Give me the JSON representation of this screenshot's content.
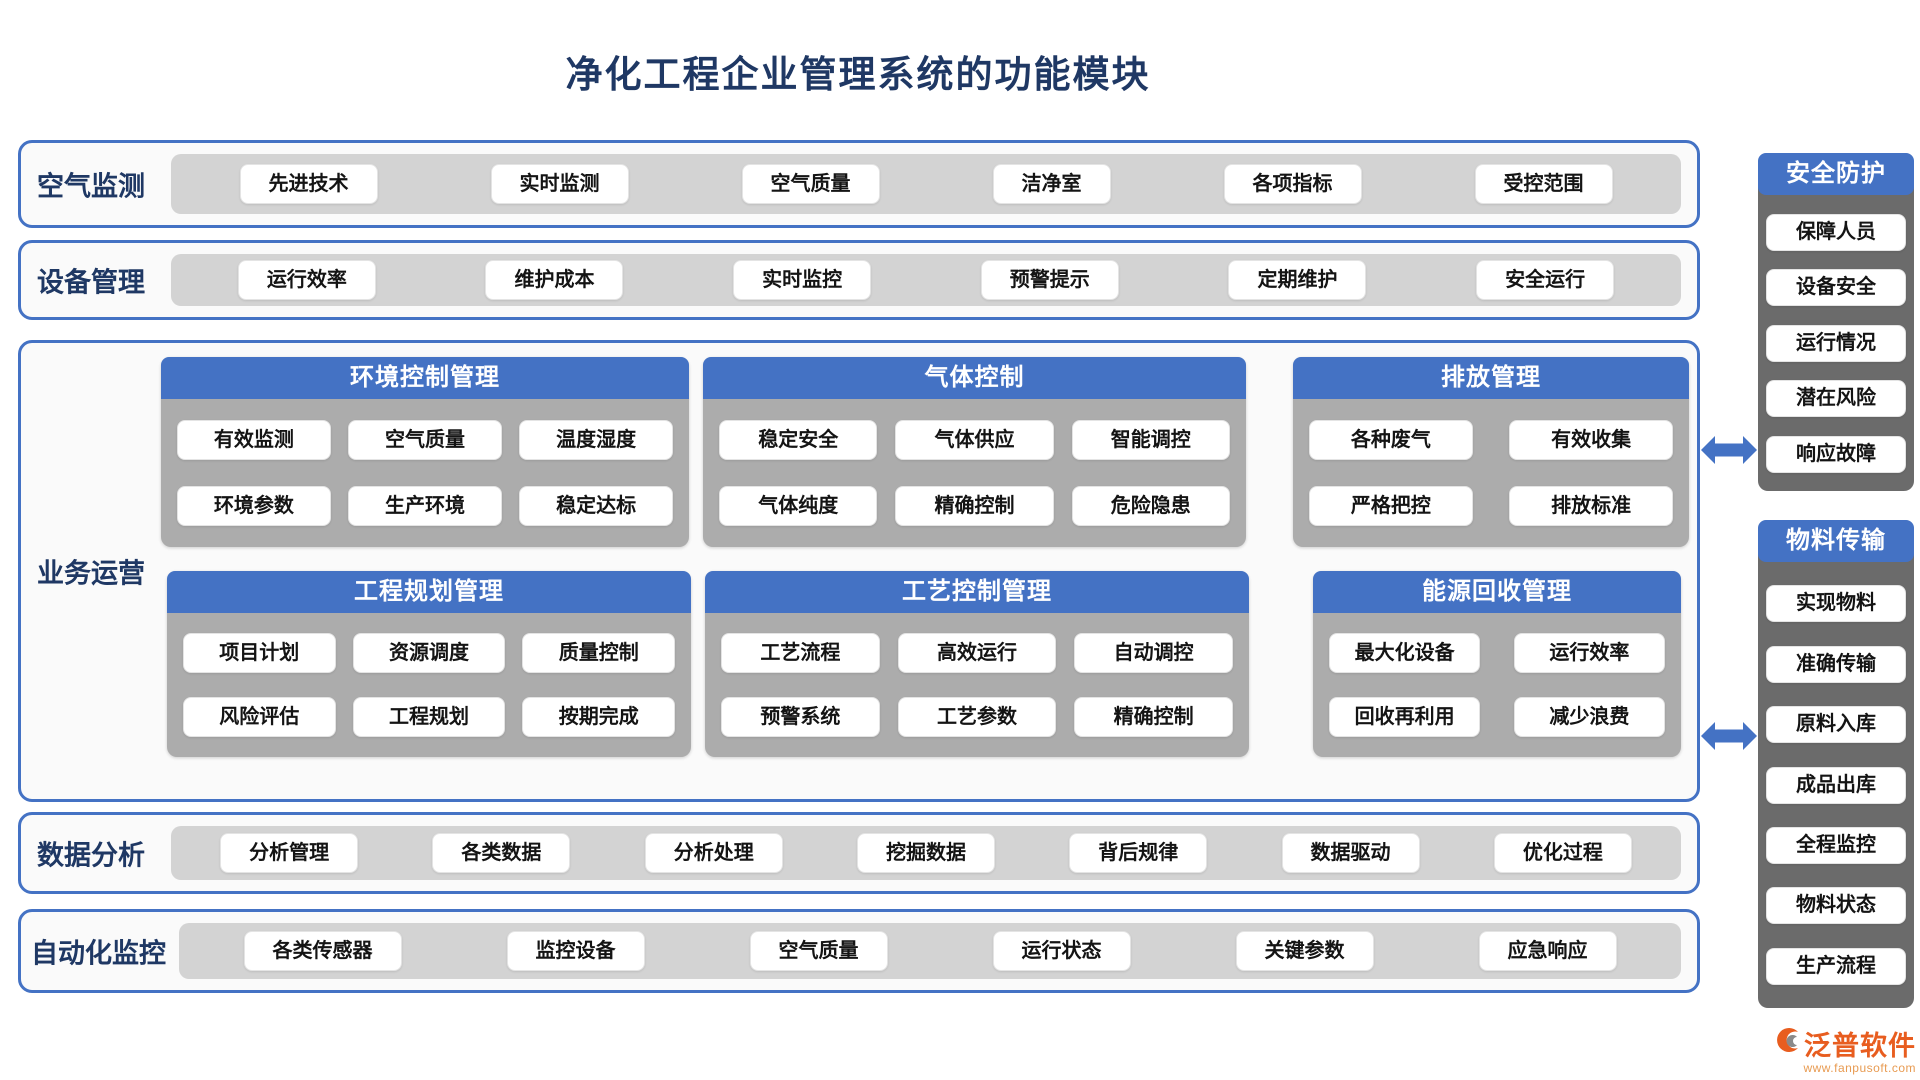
{
  "title": "净化工程企业管理系统的功能模块",
  "air": {
    "label": "空气监测",
    "buttons": [
      "先进技术",
      "实时监测",
      "空气质量",
      "洁净室",
      "各项指标",
      "受控范围"
    ]
  },
  "equipment": {
    "label": "设备管理",
    "buttons": [
      "运行效率",
      "维护成本",
      "实时监控",
      "预警提示",
      "定期维护",
      "安全运行"
    ]
  },
  "business": {
    "label": "业务运营",
    "panels": {
      "env": {
        "title": "环境控制管理",
        "items": [
          "有效监测",
          "空气质量",
          "温度湿度",
          "环境参数",
          "生产环境",
          "稳定达标"
        ]
      },
      "gas": {
        "title": "气体控制",
        "items": [
          "稳定安全",
          "气体供应",
          "智能调控",
          "气体纯度",
          "精确控制",
          "危险隐患"
        ]
      },
      "emission": {
        "title": "排放管理",
        "items": [
          "各种废气",
          "有效收集",
          "严格把控",
          "排放标准"
        ]
      },
      "planning": {
        "title": "工程规划管理",
        "items": [
          "项目计划",
          "资源调度",
          "质量控制",
          "风险评估",
          "工程规划",
          "按期完成"
        ]
      },
      "process": {
        "title": "工艺控制管理",
        "items": [
          "工艺流程",
          "高效运行",
          "自动调控",
          "预警系统",
          "工艺参数",
          "精确控制"
        ]
      },
      "energy": {
        "title": "能源回收管理",
        "items": [
          "最大化设备",
          "运行效率",
          "回收再利用",
          "减少浪费"
        ]
      }
    }
  },
  "data_analysis": {
    "label": "数据分析",
    "buttons": [
      "分析管理",
      "各类数据",
      "分析处理",
      "挖掘数据",
      "背后规律",
      "数据驱动",
      "优化过程"
    ]
  },
  "automation": {
    "label": "自动化监控",
    "buttons": [
      "各类传感器",
      "监控设备",
      "空气质量",
      "运行状态",
      "关键参数",
      "应急响应"
    ]
  },
  "sidebar": {
    "security": {
      "title": "安全防护",
      "items": [
        "保障人员",
        "设备安全",
        "运行情况",
        "潜在风险",
        "响应故障"
      ]
    },
    "material": {
      "title": "物料传输",
      "items": [
        "实现物料",
        "准确传输",
        "原料入库",
        "成品出库",
        "全程监控",
        "物料状态",
        "生产流程"
      ]
    }
  },
  "brand": {
    "name": "泛普软件",
    "website": "www.fanpusoft.com"
  },
  "icons": {
    "arrow": "double-arrow-icon",
    "logo": "fanpu-swoosh-icon"
  },
  "colors": {
    "accent": "#4472C4",
    "navy": "#1F3864",
    "strip_gray": "#D3D3D3",
    "panel_gray": "#ACACAC",
    "sidebar_gray": "#6B6B6B",
    "brand_orange": "#E85D1F"
  }
}
